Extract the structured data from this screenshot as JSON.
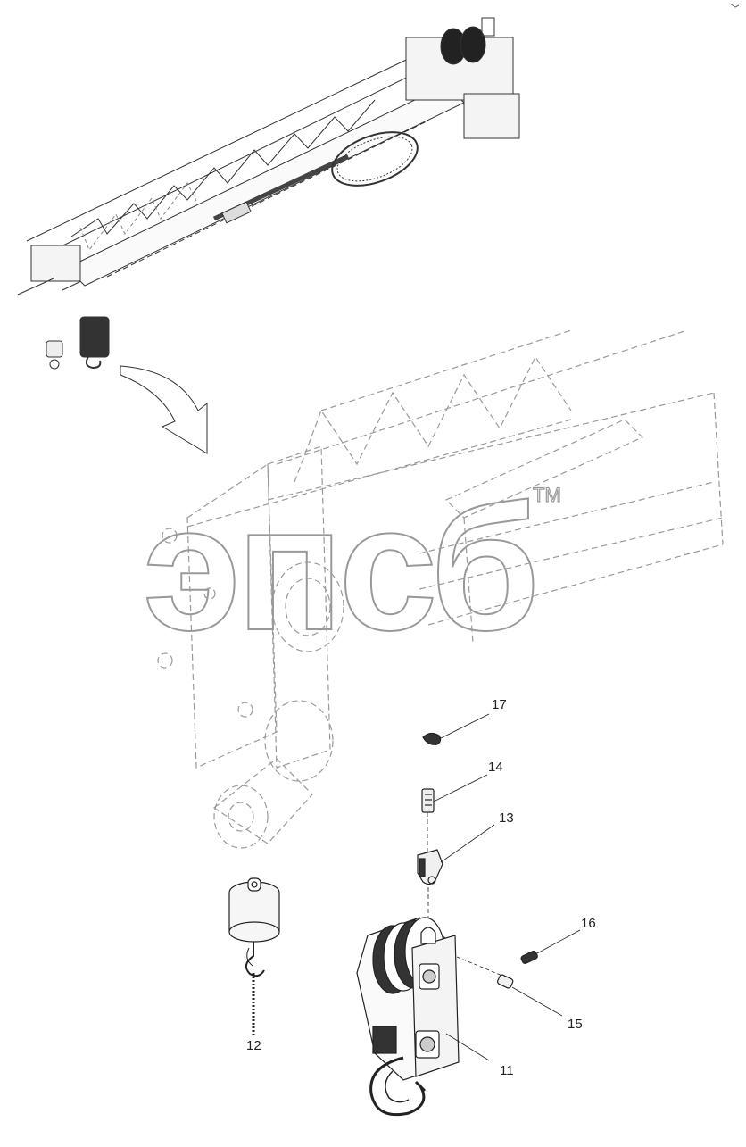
{
  "watermark": {
    "text": "эпсб",
    "trademark": "TM"
  },
  "callouts": [
    {
      "id": "17",
      "label": "17"
    },
    {
      "id": "14",
      "label": "14"
    },
    {
      "id": "13",
      "label": "13"
    },
    {
      "id": "16",
      "label": "16"
    },
    {
      "id": "12",
      "label": "12"
    },
    {
      "id": "15",
      "label": "15"
    },
    {
      "id": "11",
      "label": "11"
    }
  ],
  "colors": {
    "line": "#222222",
    "ghost": "#9a9a9a",
    "watermark": "#999999"
  }
}
